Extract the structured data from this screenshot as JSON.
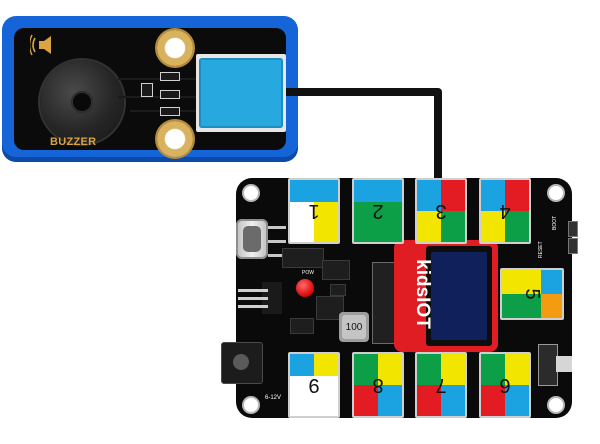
{
  "buzzer_module": {
    "label": "BUZZER",
    "frame_color": "#1565d8",
    "port_color": "#27a9e0",
    "icon": "speaker-icon"
  },
  "board": {
    "brand": "kidsIOT",
    "power_label": "POW",
    "reset_label": "RESET",
    "boot_label": "BOOT",
    "voltage_label": "6-12V",
    "inductor_label": "100",
    "ports": [
      {
        "number": "1"
      },
      {
        "number": "2"
      },
      {
        "number": "3"
      },
      {
        "number": "4"
      },
      {
        "number": "5"
      },
      {
        "number": "6"
      },
      {
        "number": "7"
      },
      {
        "number": "8"
      },
      {
        "number": "9"
      }
    ]
  },
  "colors": {
    "board": "#0a0a0a",
    "oled_accent": "#e11d24",
    "port_yellow": "#f2e500",
    "port_blue": "#1aa3e0",
    "port_green": "#0d9e48",
    "port_red": "#e31b23",
    "port_orange": "#f39c12",
    "port_white": "#ffffff"
  }
}
